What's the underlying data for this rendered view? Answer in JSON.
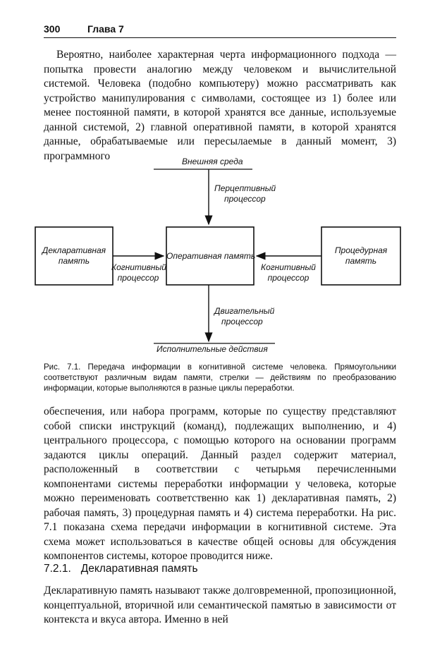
{
  "header": {
    "page_number": "300",
    "chapter": "Глава 7"
  },
  "paragraph_1": "Вероятно, наиболее характерная черта информационного подхода — попытка провести аналогию между человеком и вычислительной системой. Человека (подобно компьютеру) можно рассматривать как устройство манипулирования с символами, состоящее из 1) более или менее постоянной памяти, в которой хранятся все данные, используемые данной системой, 2) главной оперативной памяти, в которой хранятся данные, обрабатываемые или пересылаемые в данный момент, 3) программного",
  "diagram": {
    "external_environment": "Внешняя среда",
    "perceptual_processor_1": "Перцептивный",
    "perceptual_processor_2": "процессор",
    "declarative_memory_1": "Декларативная",
    "declarative_memory_2": "память",
    "working_memory": "Оперативная память",
    "procedural_memory_1": "Процедурная",
    "procedural_memory_2": "память",
    "cognitive_left_1": "Когнитивный",
    "cognitive_left_2": "процессор",
    "cognitive_right_1": "Когнитивный",
    "cognitive_right_2": "процессор",
    "motor_processor_1": "Двигательный",
    "motor_processor_2": "процессор",
    "executive_actions": "Исполнительные действия"
  },
  "caption": "Рис. 7.1. Передача информации в когнитивной системе человека. Прямоугольники соответствуют различным видам памяти, стрелки — действиям по преобразованию информации, которые выполняются в разные циклы переработки.",
  "paragraph_2": "обеспечения, или набора программ, которые по существу представляют собой списки инструкций (команд), подлежащих выполнению, и 4) центрального процессора, с помощью которого на основании программ задаются циклы операций. Данный раздел содержит материал, расположенный в соответствии с четырьмя перечисленными компонентами системы переработки информации у человека, которые можно переименовать соответственно как 1) декларативная память, 2) рабочая память, 3) процедурная память и 4) система переработки. На рис. 7.1 показана схема передачи информации в когнитивной системе. Эта схема может использоваться в качестве общей основы для обсуждения компонентов системы, которое проводится ниже.",
  "section": {
    "number": "7.2.1.",
    "title": "Декларативная память"
  },
  "paragraph_3": "Декларативную память называют также долговременной, пропозиционной, концептуальной, вторичной или семантической памятью в зависимости от контекста и вкуса автора. Именно в ней"
}
